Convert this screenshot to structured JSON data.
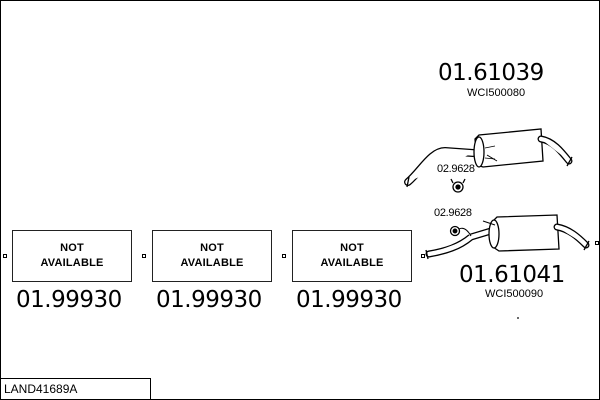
{
  "diagram_code": "LAND41689A",
  "not_available_label": "NOT\nAVAILABLE",
  "segments": [
    {
      "part_number": "01.99930"
    },
    {
      "part_number": "01.99930"
    },
    {
      "part_number": "01.99930"
    }
  ],
  "rear_silencer_upper": {
    "part_number": "01.61039",
    "reference": "WCI500080",
    "clamp": "02.9628"
  },
  "rear_silencer_lower": {
    "part_number": "01.61041",
    "reference": "WCI500090",
    "clamp": "02.9628"
  }
}
